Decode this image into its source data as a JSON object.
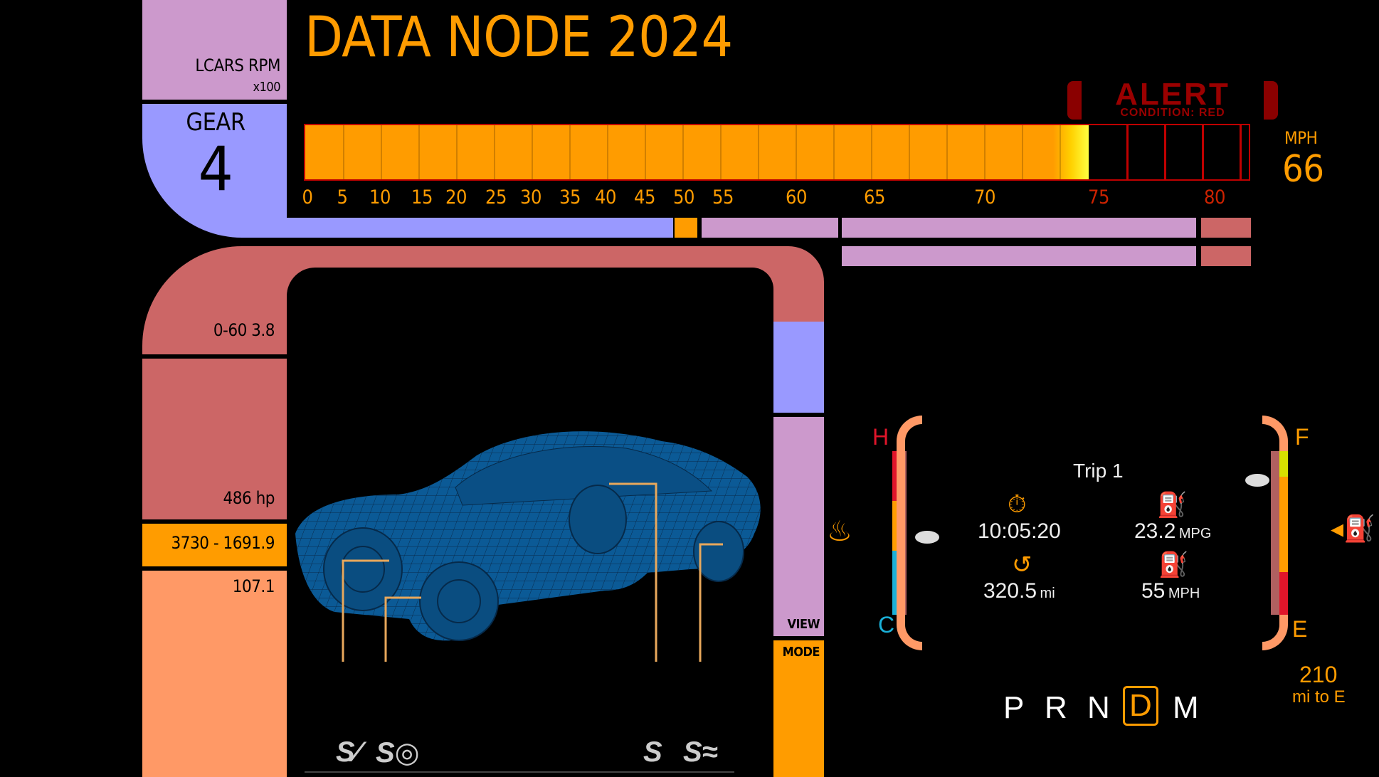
{
  "header": {
    "title": "DATA NODE 2024"
  },
  "rpm_panel": {
    "label": "LCARS RPM",
    "unit": "x100"
  },
  "gear": {
    "label": "GEAR",
    "value": "4"
  },
  "alert": {
    "title": "ALERT",
    "subtitle": "CONDITION: RED"
  },
  "speed": {
    "unit": "MPH",
    "value": "66"
  },
  "rpm_gauge": {
    "value": 74.5,
    "max": 81,
    "ticks": [
      "0",
      "5",
      "10",
      "15",
      "20",
      "25",
      "30",
      "35",
      "40",
      "45",
      "50",
      "55",
      "60",
      "65",
      "70",
      "75",
      "80"
    ],
    "redline_from": 75
  },
  "stats": {
    "zero_to_sixty": "0-60 3.8",
    "horsepower": "486 hp",
    "weight": "3730 - 1691.9",
    "extra": "107.1"
  },
  "side_panel": {
    "view_label": "VIEW",
    "mode_label": "MODE"
  },
  "trip": {
    "title": "Trip 1",
    "time": "10:05:20",
    "economy_value": "23.2",
    "economy_unit": "MPG",
    "distance_value": "320.5",
    "distance_unit": "mi",
    "avg_speed_value": "55",
    "avg_speed_unit": "MPH"
  },
  "temp_gauge": {
    "hot_label": "H",
    "cold_label": "C",
    "icon": "coolant-temp-icon"
  },
  "fuel_gauge": {
    "full_label": "F",
    "empty_label": "E",
    "icon": "fuel-pump-icon"
  },
  "range": {
    "value": "210",
    "unit": "mi to E"
  },
  "transmission": {
    "positions": [
      "P",
      "R",
      "N",
      "D",
      "M"
    ],
    "selected": "D"
  },
  "mode_icons": [
    "sport-suspension-icon",
    "sport-steering-icon",
    "sport-mode-icon",
    "sport-exhaust-icon"
  ],
  "colors": {
    "orange": "#ff9c00",
    "lilac": "#cc99cc",
    "periwinkle": "#9999ff",
    "salmon": "#cc6666",
    "peach": "#ff9966",
    "alert_red": "#990000"
  }
}
